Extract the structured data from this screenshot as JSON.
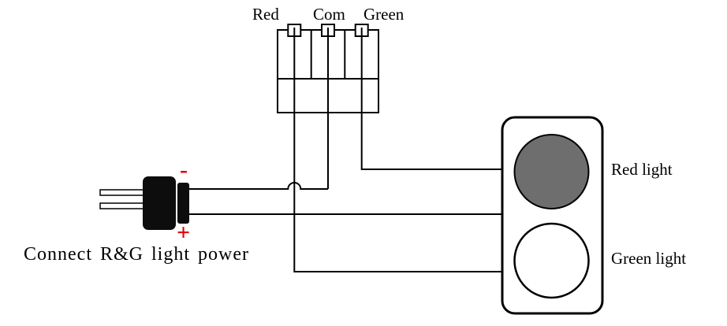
{
  "terminal_block": {
    "labels": {
      "red": "Red",
      "com": "Com",
      "green": "Green"
    }
  },
  "power_plug": {
    "minus_label": "-",
    "plus_label": "+",
    "caption": "Connect R&G light power"
  },
  "traffic_light": {
    "red_light_label": "Red light",
    "green_light_label": "Green light"
  },
  "colors": {
    "wire": "#000000",
    "polarity_red": "#e60000",
    "red_light_fill": "#6e6e6e",
    "green_light_fill": "#ffffff",
    "plug_body": "#0d0d0d"
  }
}
